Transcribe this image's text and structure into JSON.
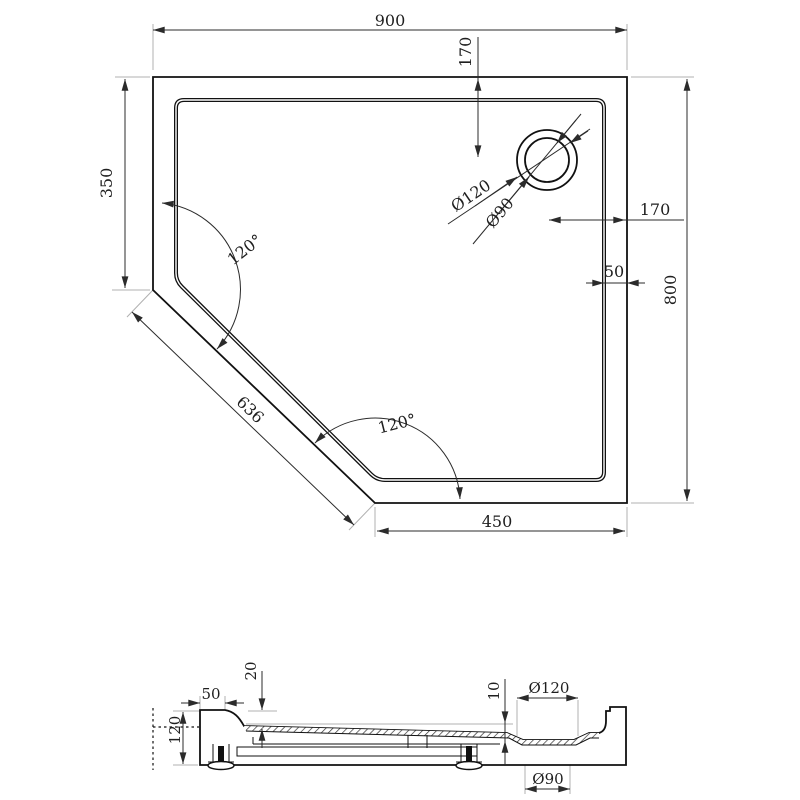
{
  "drawing": {
    "colors": {
      "line": "#111111",
      "dimension": "#2b2b2b",
      "extension": "#b0b0b0",
      "background": "#ffffff"
    },
    "top_view": {
      "width": "900",
      "drain_top_offset": "170",
      "left_side": "350",
      "height": "800",
      "drain_right_offset": "170",
      "rim_width": "50",
      "angle_upper": "120°",
      "angle_lower": "120°",
      "diagonal": "636",
      "bottom_width": "450",
      "drain_outer": "Ø120",
      "drain_inner": "Ø90"
    },
    "section_view": {
      "rim_width": "50",
      "lip_height": "20",
      "total_height": "120",
      "recess_depth": "10",
      "recess_dia": "Ø120",
      "hole_dia": "Ø90"
    }
  }
}
